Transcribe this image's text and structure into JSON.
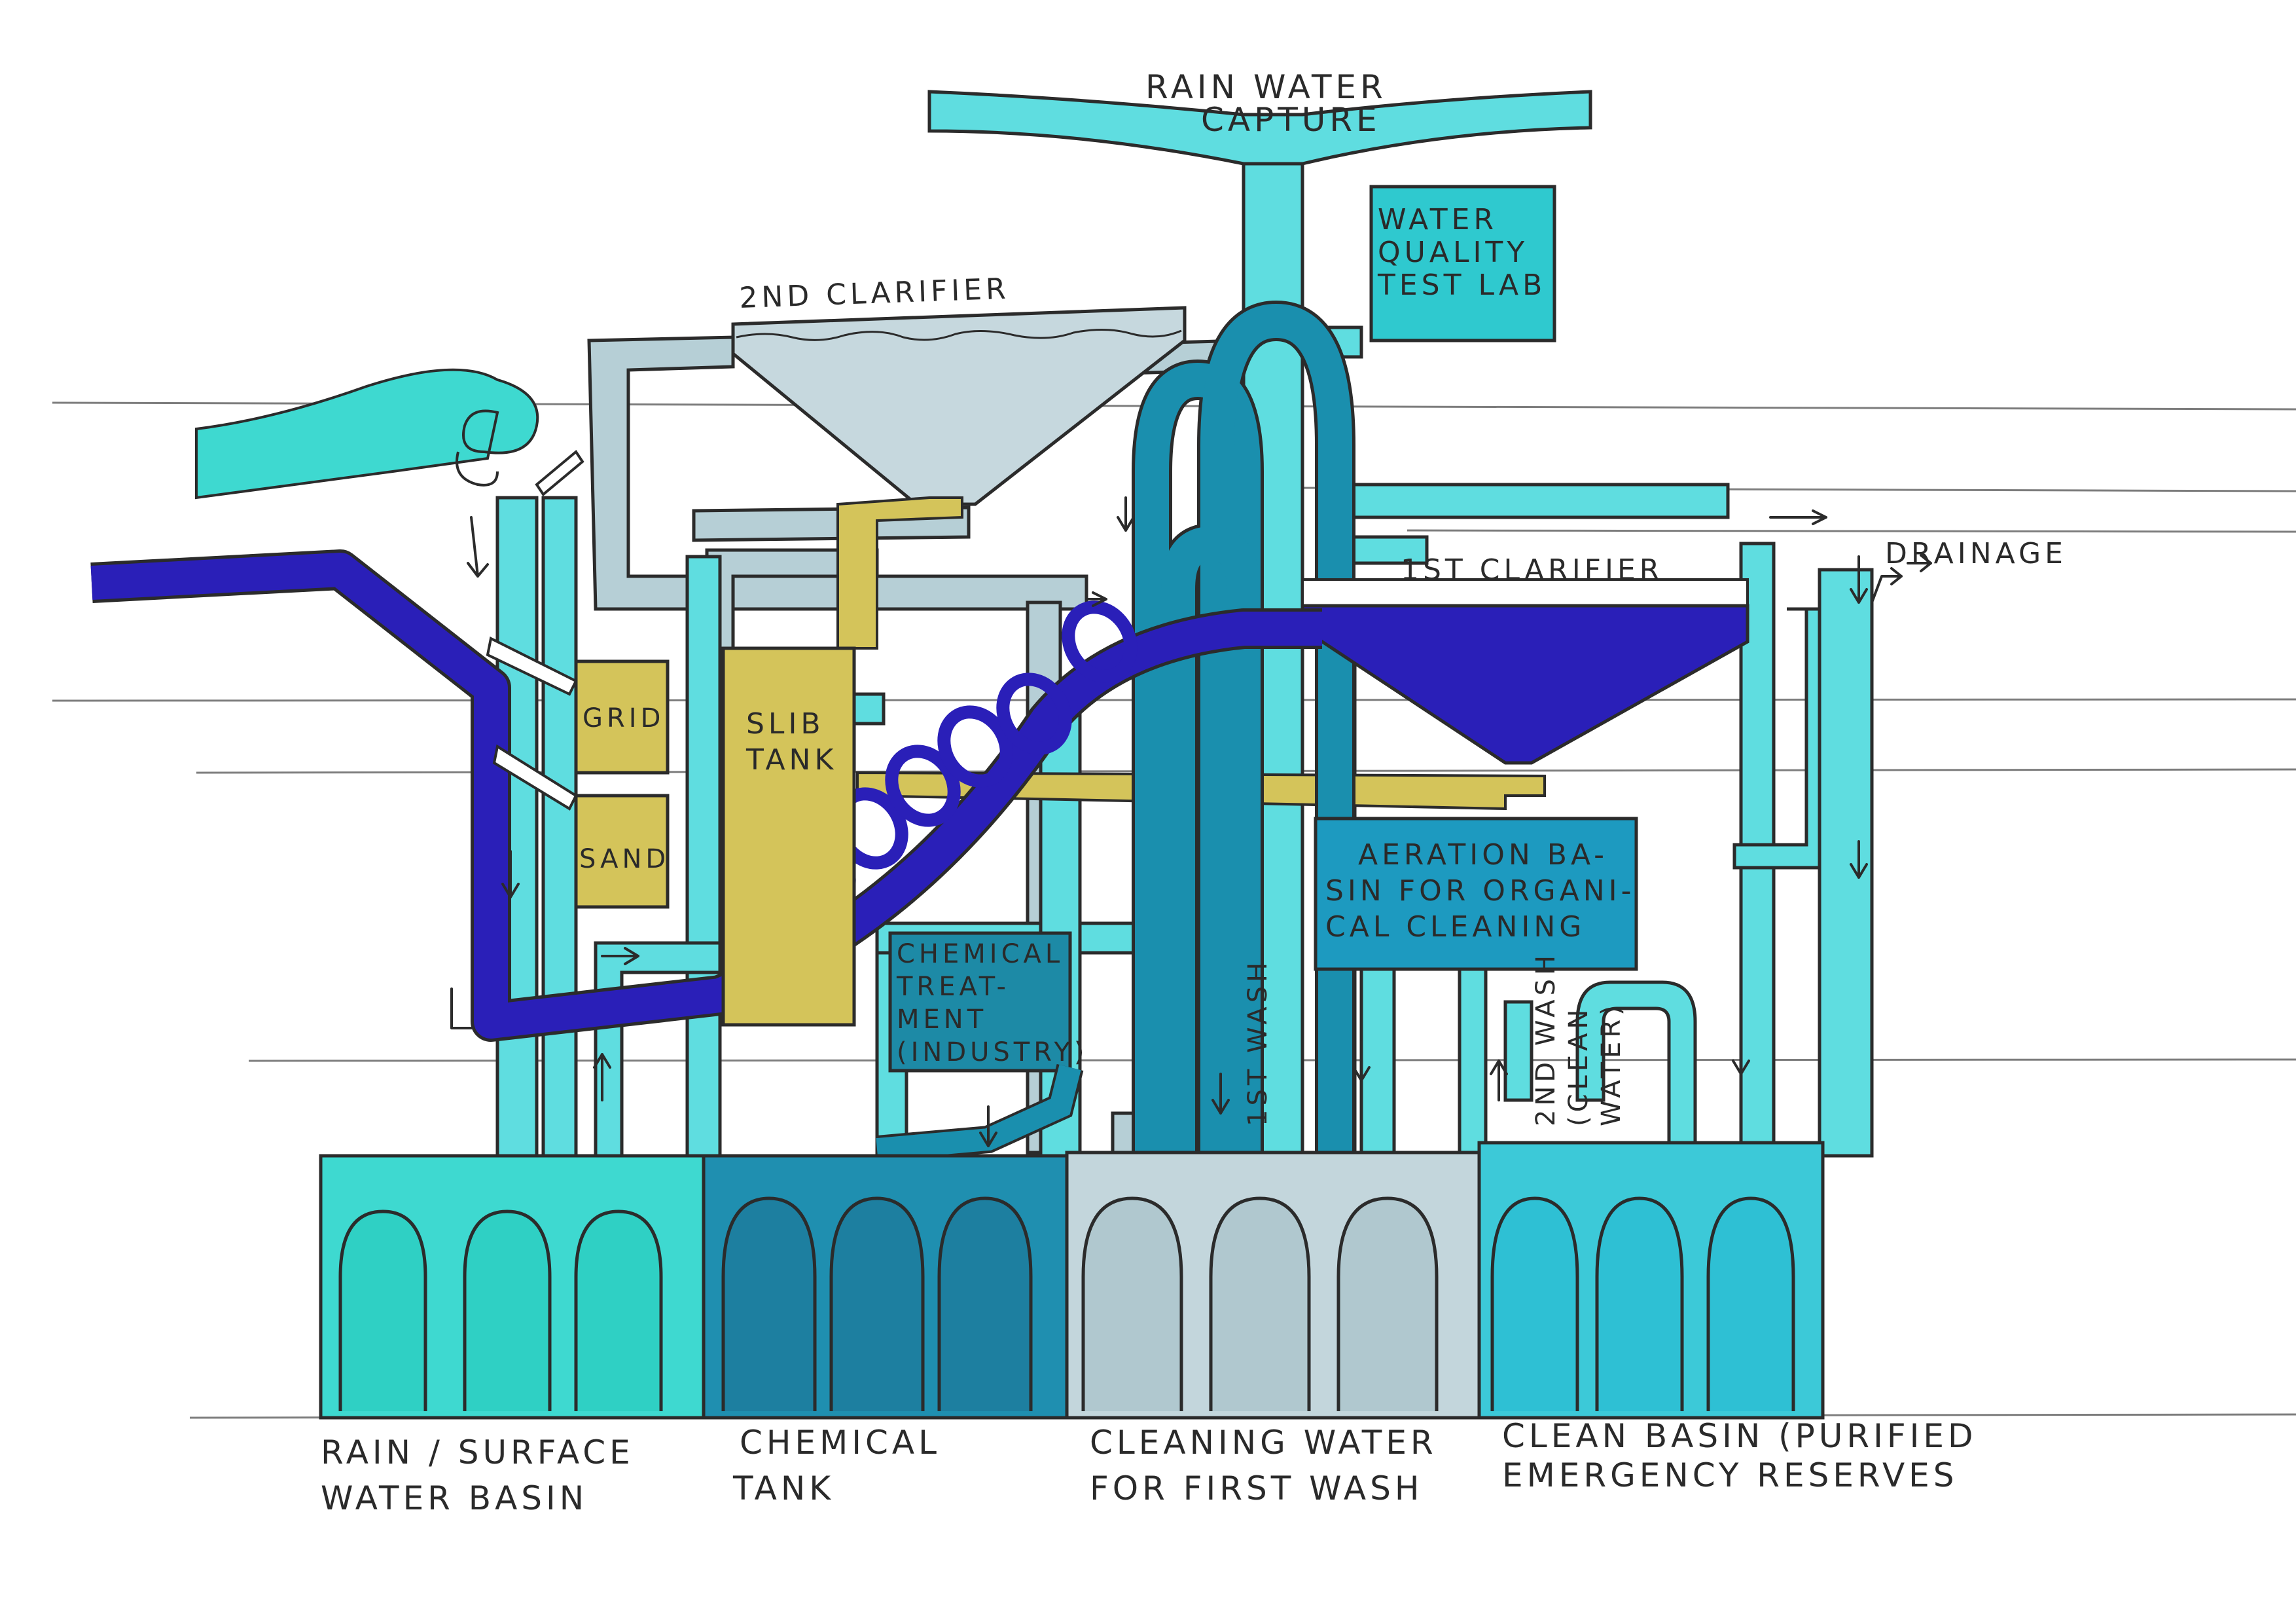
{
  "labels": {
    "rain_capture": [
      "RAIN WATER",
      "CAPTURE"
    ],
    "lab": [
      "WATER",
      "QUALITY",
      "TEST LAB"
    ],
    "clarifier2": "2ND CLARIFIER",
    "clarifier1": "1ST CLARIFIER",
    "drainage": "DRAINAGE",
    "grid": "GRID",
    "sand": "SAND",
    "slib": [
      "SLIB",
      "TANK"
    ],
    "chemical_treatment": [
      "CHEMICAL",
      "TREAT-",
      "MENT",
      "(INDUSTRY)"
    ],
    "aeration": [
      "AERATION BA-",
      "SIN FOR ORGANI-",
      "CAL CLEANING"
    ],
    "first_wash": "1ST WASH",
    "second_wash": [
      "2ND WASH",
      "(CLEAN",
      "WATER)"
    ],
    "basin_rain": [
      "RAIN / SURFACE",
      "WATER BASIN"
    ],
    "basin_chemical": [
      "CHEMICAL",
      "TANK"
    ],
    "basin_cleaning": [
      "CLEANING WATER",
      "FOR FIRST WASH"
    ],
    "basin_clean": [
      "CLEAN BASIN (PURIFIED",
      "EMERGENCY RESERVES"
    ]
  },
  "colors": {
    "rain_basin": "#3ed9d0",
    "chemical_basin": "#1f8fb0",
    "cleaning_basin": "#c3d6dc",
    "clean_basin": "#3cc9d8",
    "pipe_light": "#5fdde0",
    "pipe_grey": "#b6cfd6",
    "pipe_teal": "#1a8fae",
    "wastewater": "#2a1fb8",
    "sludge": "#d4c45a",
    "lab_box": "#2fc9cf",
    "aeration_box": "#1d9ac0",
    "chemical_box": "#1d8aa6",
    "clarifier_2": "#c6d8de",
    "clarifier_1": "#2a1fb8"
  }
}
